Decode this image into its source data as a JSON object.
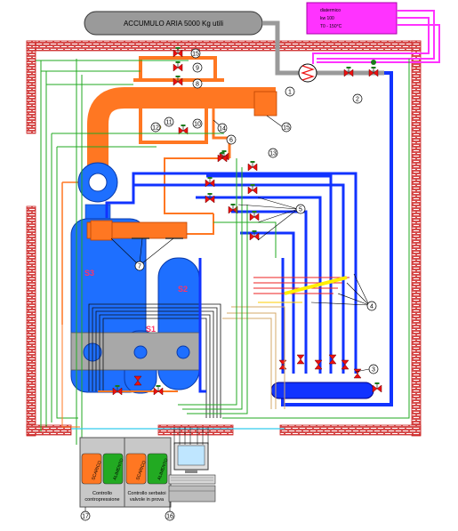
{
  "storage_tank": {
    "label": "ACCUMULO ARIA  5000 Kg utili"
  },
  "heat_source": {
    "lines": [
      "diatermico",
      "kw 100",
      "T0 - 150°C"
    ],
    "color": "#ff33ff"
  },
  "tanks": {
    "s1": "S1",
    "s2": "S2",
    "s3": "S3"
  },
  "callouts": {
    "c1": "1",
    "c2": "2",
    "c3": "3",
    "c4": "4",
    "c5": "5",
    "c6": "6",
    "c7": "7",
    "c8": "8",
    "c9": "9",
    "c10": "10",
    "c11": "11",
    "c12": "12",
    "c13": "13",
    "c14": "14",
    "c15": "15",
    "c16": "16",
    "c17": "17"
  },
  "panels": {
    "left": {
      "scarico": "SCARICO",
      "alimento": "ALIMENTO",
      "caption": [
        "Controllo",
        "contropressione"
      ]
    },
    "right": {
      "scarico": "SCARICO",
      "alimento": "ALIMENTO",
      "caption": [
        "Controllo serbatoi",
        "valvole in prova"
      ]
    }
  },
  "colors": {
    "air": "#ff7722",
    "water": "#1133ff",
    "tank": "#1e6fff",
    "wall": "#cc2222",
    "magenta": "#ff33ff",
    "green": "#22aa22",
    "red_valve": "#ee1111"
  }
}
